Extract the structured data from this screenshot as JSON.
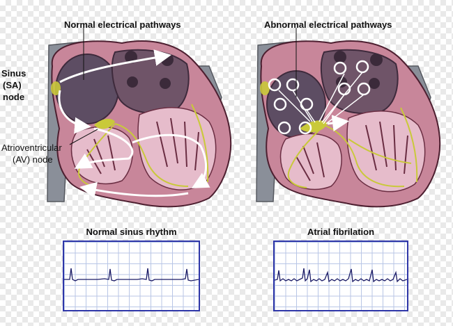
{
  "labels": {
    "normal_title": "Normal electrical pathways",
    "abnormal_title": "Abnormal electrical pathways",
    "sa_line1": "Sinus",
    "sa_line2": "(SA)",
    "sa_line3": "node",
    "av_line1": "Atrioventricular",
    "av_line2": "(AV) node"
  },
  "ecg": {
    "normal_title": "Normal sinus rhythm",
    "afib_title": "Atrial fibrilation"
  },
  "colors": {
    "heart_wall": "#c8869a",
    "heart_wall_dark": "#8a3a52",
    "chamber_inner": "#6f5468",
    "muscle_light": "#e6bccb",
    "conduction": "#c9c93a",
    "aorta_gray": "#8a8f99",
    "ecg_border": "#2e36a8",
    "ecg_trace": "#1b1b66"
  }
}
